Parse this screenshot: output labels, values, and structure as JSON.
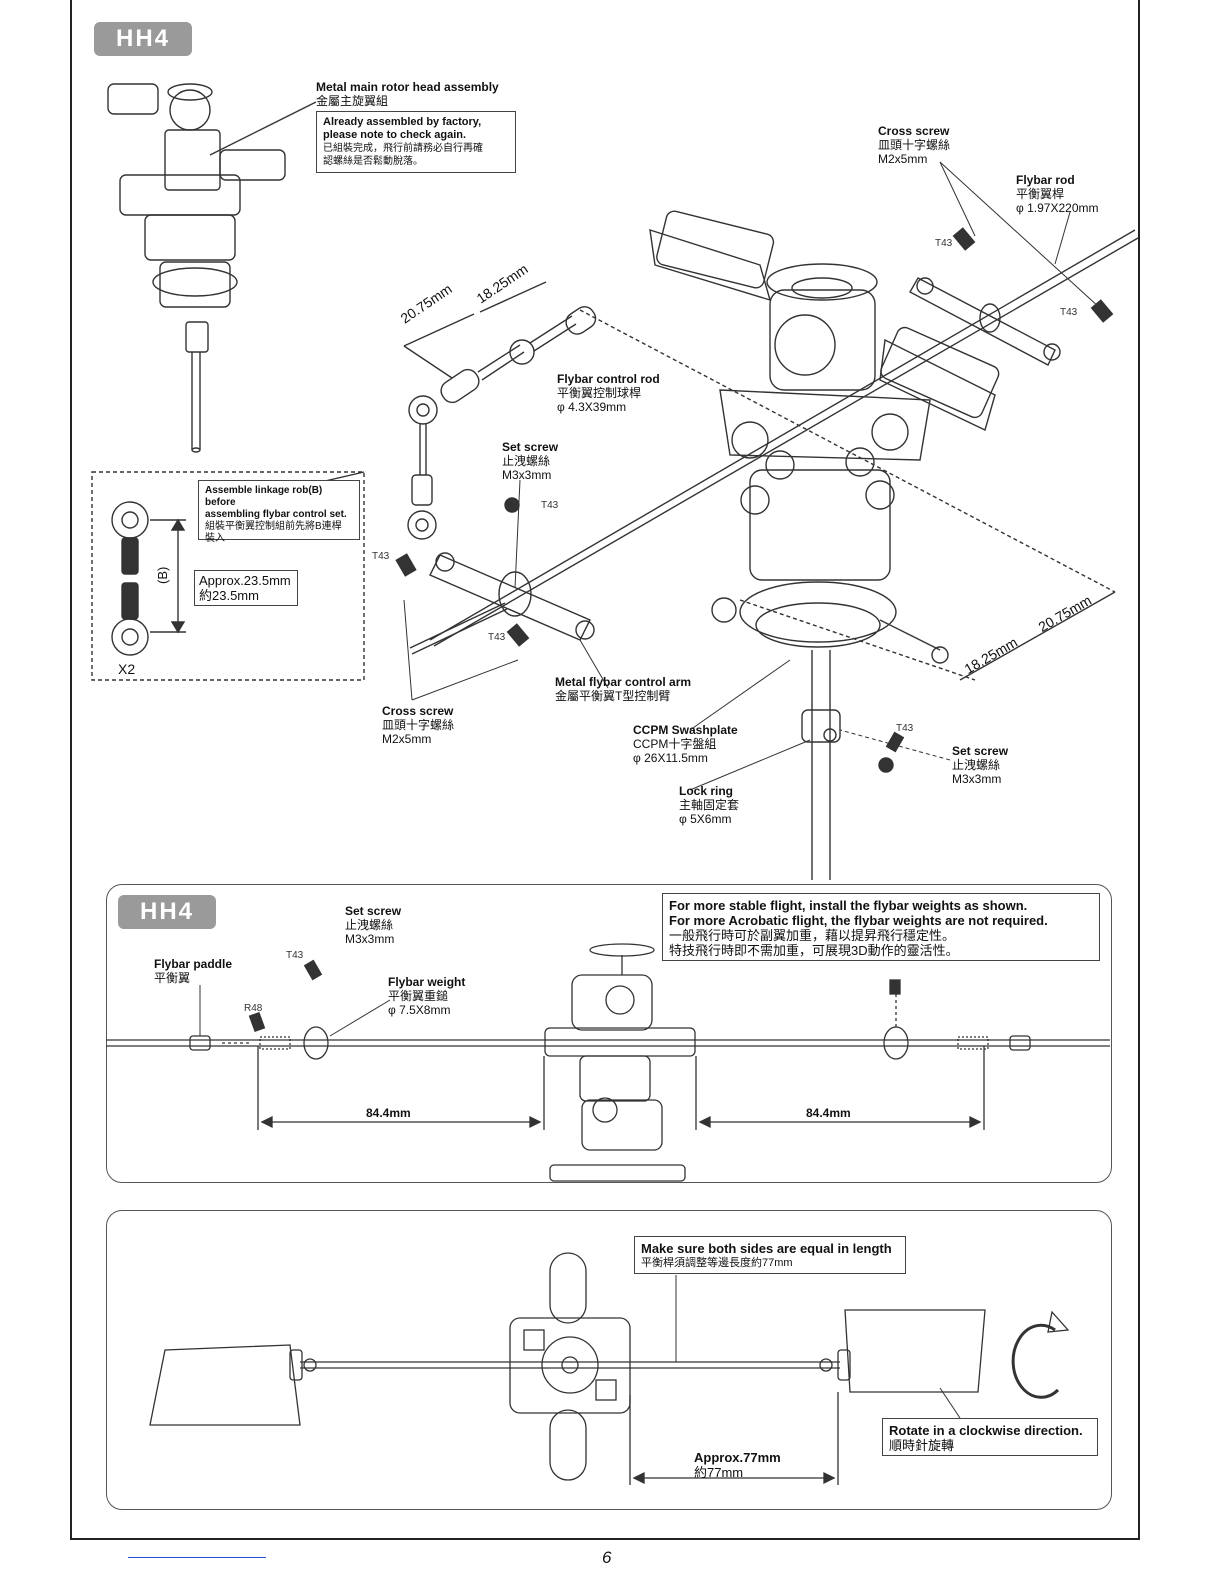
{
  "sections": {
    "top_tag": "HH4",
    "middle_tag": "HH4"
  },
  "top": {
    "rotor_head": {
      "en": "Metal main rotor head assembly",
      "zh": "金屬主旋翼組"
    },
    "factory_note": {
      "en1": "Already assembled by factory,",
      "en2": "please note to check again.",
      "zh1": "已組裝完成，飛行前請務必自行再確",
      "zh2": "認螺絲是否鬆動脫落。"
    },
    "cross_screw_top": {
      "en": "Cross screw",
      "zh": "皿頭十字螺絲",
      "dim": "M2x5mm"
    },
    "flybar_rod": {
      "en": "Flybar rod",
      "zh": "平衡翼桿",
      "dim": "φ 1.97X220mm"
    },
    "flybar_control_rod": {
      "en": "Flybar control rod",
      "zh": "平衡翼控制球桿",
      "dim": "φ 4.3X39mm"
    },
    "dim_2075": "20.75mm",
    "dim_1825": "18.25mm",
    "set_screw_1": {
      "en": "Set screw",
      "zh": "止洩螺絲",
      "dim": "M3x3mm"
    },
    "linkage_note": {
      "en1": "Assemble linkage rob(B) before",
      "en2": "assembling flybar control set.",
      "zh1": "組裝平衡翼控制組前先將B連桿",
      "zh2": "裝入"
    },
    "approx_b": {
      "en": "Approx.23.5mm",
      "zh": "約23.5mm"
    },
    "b_mark": "(B)",
    "x2": "X2",
    "cross_screw_bottom": {
      "en": "Cross screw",
      "zh": "皿頭十字螺絲",
      "dim": "M2x5mm"
    },
    "control_arm": {
      "en": "Metal flybar control arm",
      "zh": "金屬平衡翼T型控制臂"
    },
    "swashplate": {
      "en": "CCPM Swashplate",
      "zh": "CCPM十字盤組",
      "dim": "φ 26X11.5mm"
    },
    "lock_ring": {
      "en": "Lock ring",
      "zh": "主軸固定套",
      "dim": "φ 5X6mm"
    },
    "set_screw_2": {
      "en": "Set screw",
      "zh": "止洩螺絲",
      "dim": "M3x3mm"
    },
    "t43": "T43"
  },
  "middle": {
    "set_screw": {
      "en": "Set screw",
      "zh": "止洩螺絲",
      "dim": "M3x3mm"
    },
    "flybar_paddle": {
      "en": "Flybar paddle",
      "zh": "平衡翼"
    },
    "flybar_weight": {
      "en": "Flybar weight",
      "zh": "平衡翼重鎚",
      "dim": "φ 7.5X8mm"
    },
    "t43": "T43",
    "r48": "R48",
    "note": {
      "en1": "For more stable flight, install the flybar weights as shown.",
      "en2": "For more Acrobatic flight, the flybar weights are not required.",
      "zh1": "一般飛行時可於副翼加重，藉以提昇飛行穩定性。",
      "zh2": "特技飛行時即不需加重，可展現3D動作的靈活性。"
    },
    "dim_left": "84.4mm",
    "dim_right": "84.4mm"
  },
  "bottom": {
    "equal_note": {
      "en": "Make sure both sides are equal in length",
      "zh": "平衡桿須調整等邊長度約77mm"
    },
    "rotate_note": {
      "en": "Rotate in a clockwise direction.",
      "zh": "順時針旋轉"
    },
    "approx": {
      "en": "Approx.77mm",
      "zh": "約77mm"
    }
  },
  "page_number": "6"
}
